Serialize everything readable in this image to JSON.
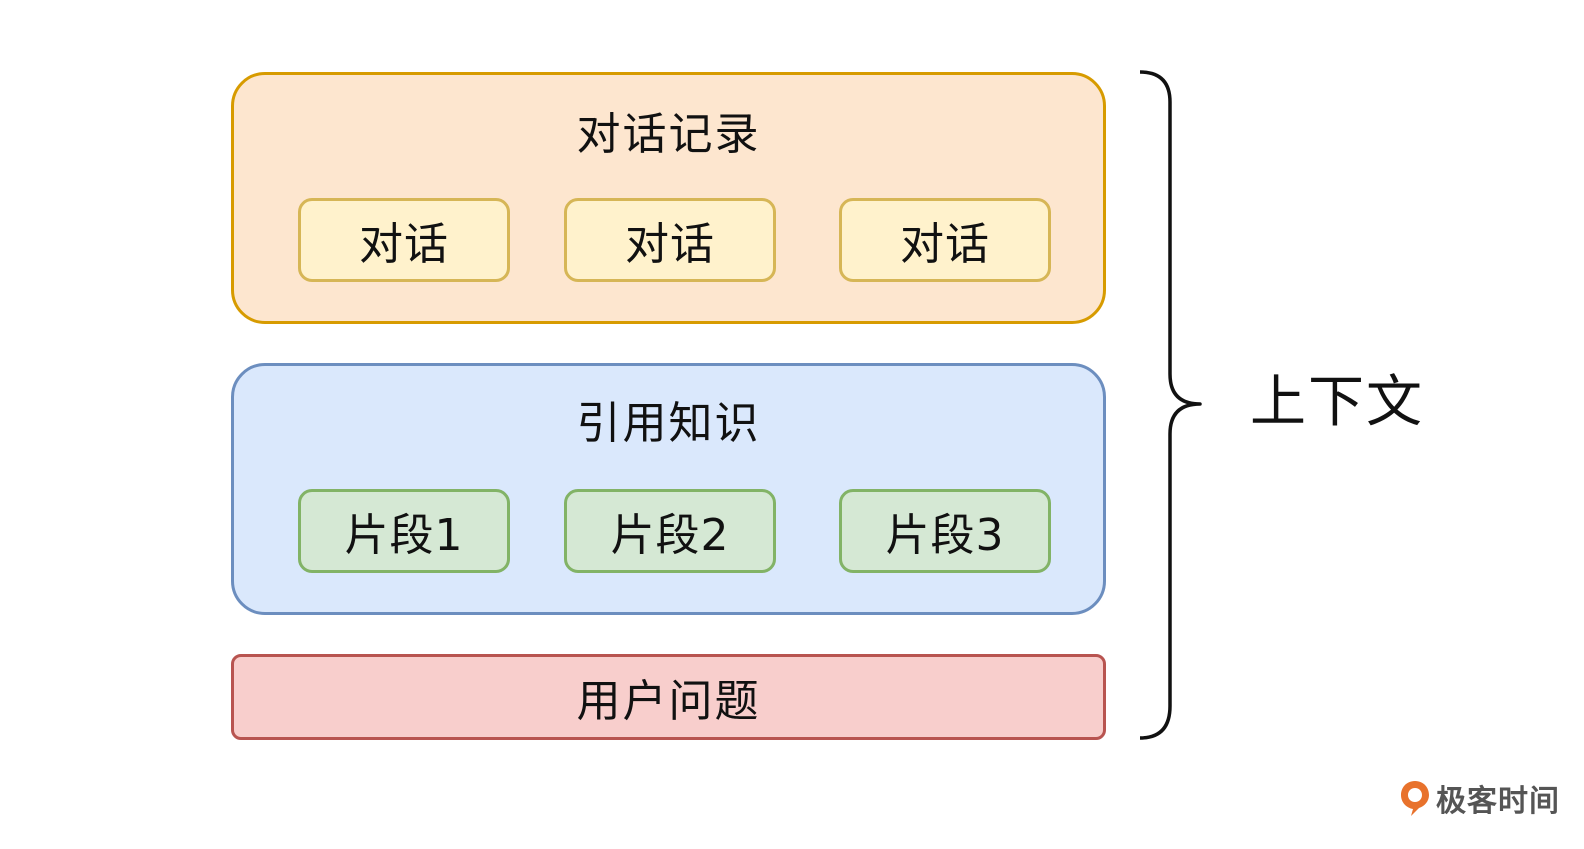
{
  "diagram": {
    "conversation_group": {
      "title": "对话记录",
      "items": [
        "对话",
        "对话",
        "对话"
      ]
    },
    "knowledge_group": {
      "title": "引用知识",
      "items": [
        "片段1",
        "片段2",
        "片段3"
      ]
    },
    "user_question": {
      "label": "用户问题"
    },
    "brace_label": "上下文"
  },
  "logo": {
    "text": "极客时间",
    "icon": "geektime-logo-icon"
  },
  "colors": {
    "conversation_fill": "#fde6cf",
    "conversation_border": "#d79b00",
    "dialog_fill": "#fff2cc",
    "dialog_border": "#d6b656",
    "knowledge_fill": "#dae8fc",
    "knowledge_border": "#6c8ebf",
    "snippet_fill": "#d5e8d4",
    "snippet_border": "#82b366",
    "question_fill": "#f8cecc",
    "question_border": "#b85450",
    "logo_accent": "#e8722c"
  }
}
